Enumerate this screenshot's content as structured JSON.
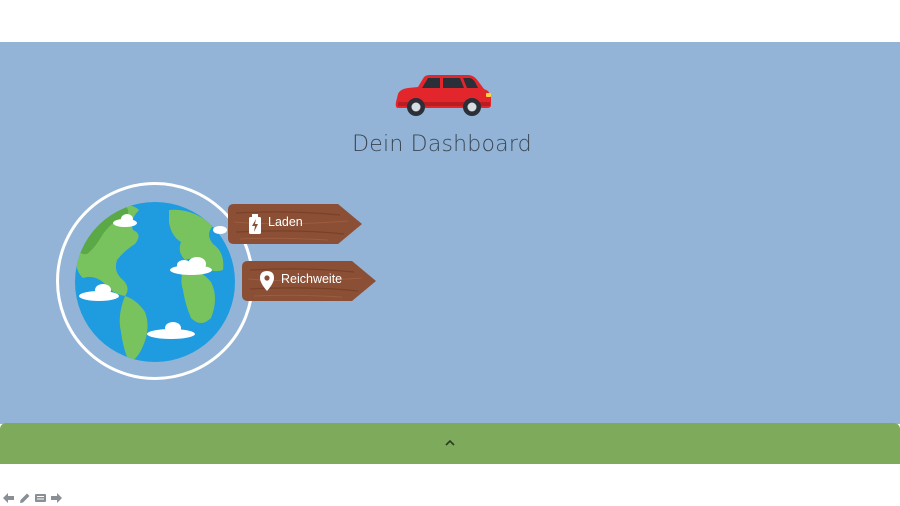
{
  "dashboard": {
    "title": "Dein Dashboard"
  },
  "signs": [
    {
      "label": "Laden",
      "icon": "battery-charging-icon"
    },
    {
      "label": "Reichweite",
      "icon": "location-pin-icon"
    }
  ],
  "footer": {
    "toggle_icon": "chevron-up-icon"
  },
  "toolbar": {
    "buttons": [
      "arrow-left-icon",
      "pencil-icon",
      "notes-icon",
      "arrow-right-icon"
    ]
  },
  "colors": {
    "sky": "#93b4d6",
    "grass": "#7eaa5b",
    "sign_wood": "#8b4f35",
    "car": "#e3262c"
  }
}
